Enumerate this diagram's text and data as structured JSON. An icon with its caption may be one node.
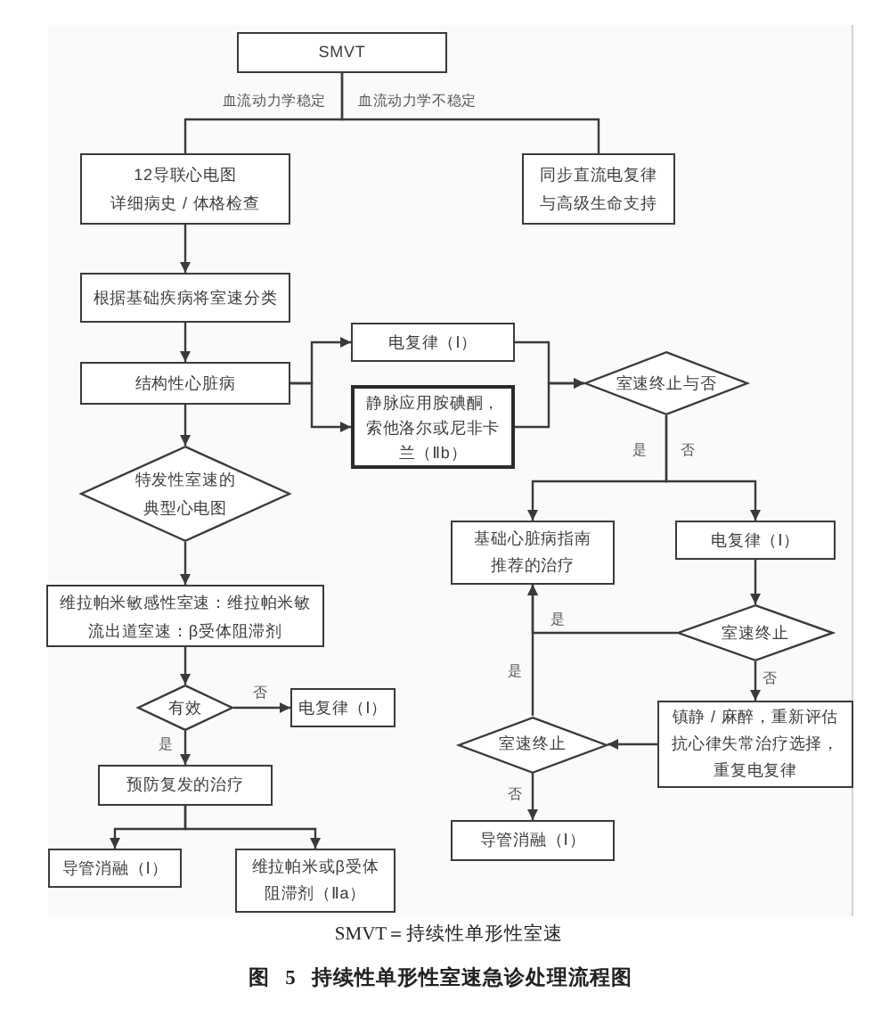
{
  "diagram": {
    "caption": "图 5 持续性单形性室速急诊处理流程图",
    "nodes": [
      {
        "text": [
          "SMVT"
        ]
      },
      {
        "text": [
          "12导联心电图",
          "详细病史 / 体格检查"
        ]
      },
      {
        "text": [
          "同步直流电复律与高级生命支持"
        ]
      },
      {
        "text": [
          "根据基础疾病将室速分类"
        ]
      },
      {
        "text": [
          "结构性心脏病"
        ]
      },
      {
        "text": [
          "电复律（Ⅰ）"
        ]
      },
      {
        "text": [
          "静脉应用胺碘酮，索他洛尔或尼非卡兰（Ⅱb）"
        ]
      },
      {
        "text": [
          "室速终止与否"
        ]
      },
      {
        "text": [
          "特发性室速的典型心电图"
        ]
      },
      {
        "text": [
          "基础心脏病指南推荐的治疗"
        ]
      },
      {
        "text": [
          "电复律（Ⅰ）"
        ]
      },
      {
        "text": [
          "维拉帕米敏感性室速：维拉帕米敏流出道室速：β受体阻滞剂"
        ]
      },
      {
        "text": [
          "室速终止"
        ]
      },
      {
        "text": [
          "有效"
        ]
      },
      {
        "text": [
          "电复律（Ⅰ）"
        ]
      },
      {
        "text": [
          "镇静 / 麻醉，重新评估抗心律失常治疗选择，重复电复律"
        ]
      },
      {
        "text": [
          "室速终止"
        ]
      },
      {
        "text": [
          "预防复发的治疗"
        ]
      },
      {
        "text": [
          "导管消融（Ⅰ）"
        ]
      },
      {
        "text": [
          "导管消融（Ⅰ）"
        ]
      },
      {
        "text": [
          "维拉帕米或β受体阻滞剂（Ⅱa）"
        ]
      }
    ],
    "edges": [
      {
        "from": 0,
        "to": 1,
        "arrow": "none",
        "label": "血流动力学稳定"
      },
      {
        "from": 0,
        "to": 2,
        "arrow": "none",
        "label": "血流动力学不稳定"
      },
      {
        "from": 1,
        "to": 3,
        "arrow": "to"
      },
      {
        "from": 3,
        "to": 4,
        "arrow": "to"
      },
      {
        "from": 4,
        "to": 5,
        "arrow": "to"
      },
      {
        "from": 4,
        "to": 6,
        "arrow": "to"
      },
      {
        "from": 4,
        "to": 8,
        "arrow": "to"
      },
      {
        "from": 5,
        "to": 7,
        "arrow": "to"
      },
      {
        "from": 6,
        "to": 7,
        "arrow": "to"
      },
      {
        "from": 7,
        "to": 9,
        "arrow": "to",
        "label": "是"
      },
      {
        "from": 7,
        "to": 10,
        "arrow": "to",
        "label": "否"
      },
      {
        "from": 8,
        "to": 11,
        "arrow": "to"
      },
      {
        "from": 10,
        "to": 12,
        "arrow": "to"
      },
      {
        "from": 12,
        "to": 9,
        "arrow": "to",
        "label": "是"
      },
      {
        "from": 12,
        "to": 15,
        "arrow": "to",
        "label": "否"
      },
      {
        "from": 11,
        "to": 13,
        "arrow": "to"
      },
      {
        "from": 13,
        "to": 14,
        "arrow": "to",
        "label": "否"
      },
      {
        "from": 13,
        "to": 17,
        "arrow": "to",
        "label": "是"
      },
      {
        "from": 15,
        "to": 16,
        "arrow": "to"
      },
      {
        "from": 16,
        "to": 9,
        "arrow": "to",
        "label": "是"
      },
      {
        "from": 16,
        "to": 18,
        "arrow": "to",
        "label": "否"
      },
      {
        "from": 17,
        "to": 19,
        "arrow": "to"
      },
      {
        "from": 17,
        "to": 20,
        "arrow": "to"
      }
    ],
    "labels": [
      "SMVT＝持续性单形性室速"
    ]
  }
}
